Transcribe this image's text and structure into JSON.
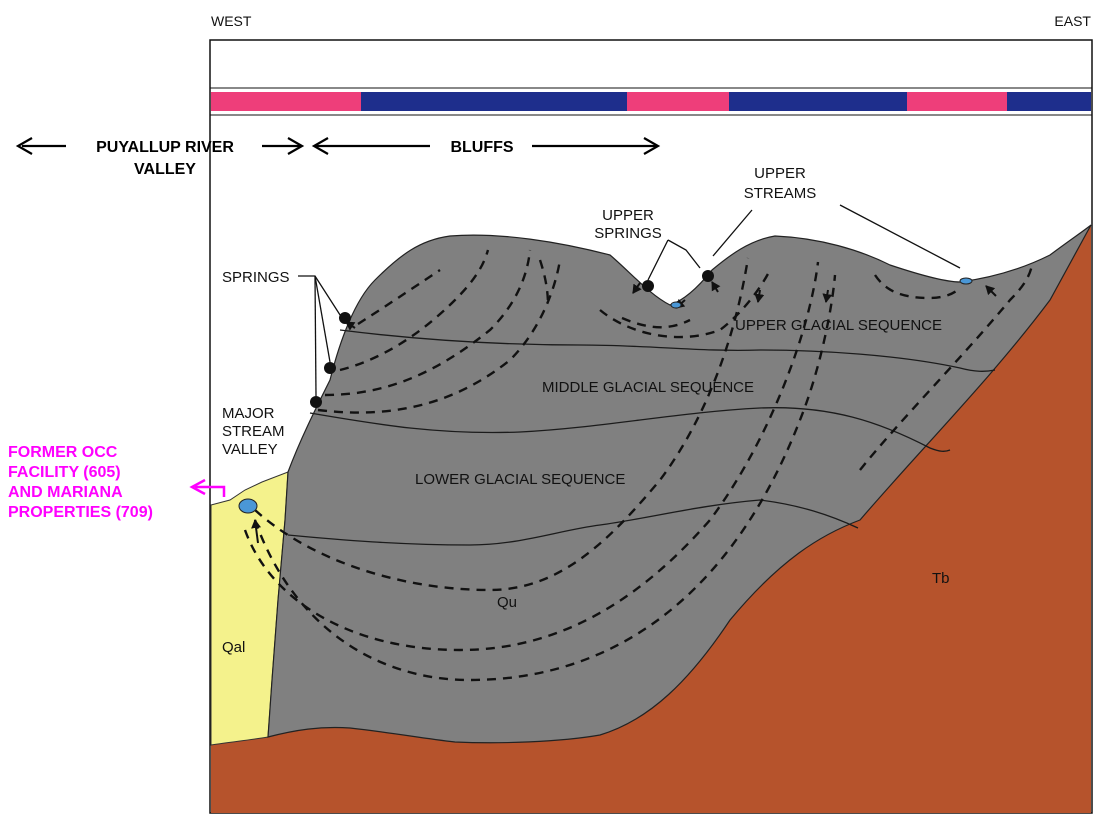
{
  "header": {
    "west": "WEST",
    "east": "EAST"
  },
  "colors": {
    "pink": "#EE3E7A",
    "navy": "#1E2E8C",
    "gray": "#808080",
    "rust": "#B6532C",
    "yellow": "#F4F28C",
    "water": "#4A97D6",
    "magenta": "#FF00FF"
  },
  "regions": {
    "puyallup_line1": "PUYALLUP RIVER",
    "puyallup_line2": "VALLEY",
    "bluffs": "BLUFFS"
  },
  "labels": {
    "upper_springs_1": "UPPER",
    "upper_springs_2": "SPRINGS",
    "upper_streams_1": "UPPER",
    "upper_streams_2": "STREAMS",
    "springs": "SPRINGS",
    "major_1": "MAJOR",
    "major_2": "STREAM",
    "major_3": "VALLEY",
    "upper_glacial": "UPPER GLACIAL SEQUENCE",
    "middle_glacial": "MIDDLE GLACIAL SEQUENCE",
    "lower_glacial": "LOWER GLACIAL SEQUENCE",
    "qu": "Qu",
    "qal": "Qal",
    "tb": "Tb"
  },
  "callout": {
    "line1": "FORMER OCC",
    "line2": "FACILITY (605)",
    "line3": "AND MARIANA",
    "line4": "PROPERTIES (709)"
  }
}
